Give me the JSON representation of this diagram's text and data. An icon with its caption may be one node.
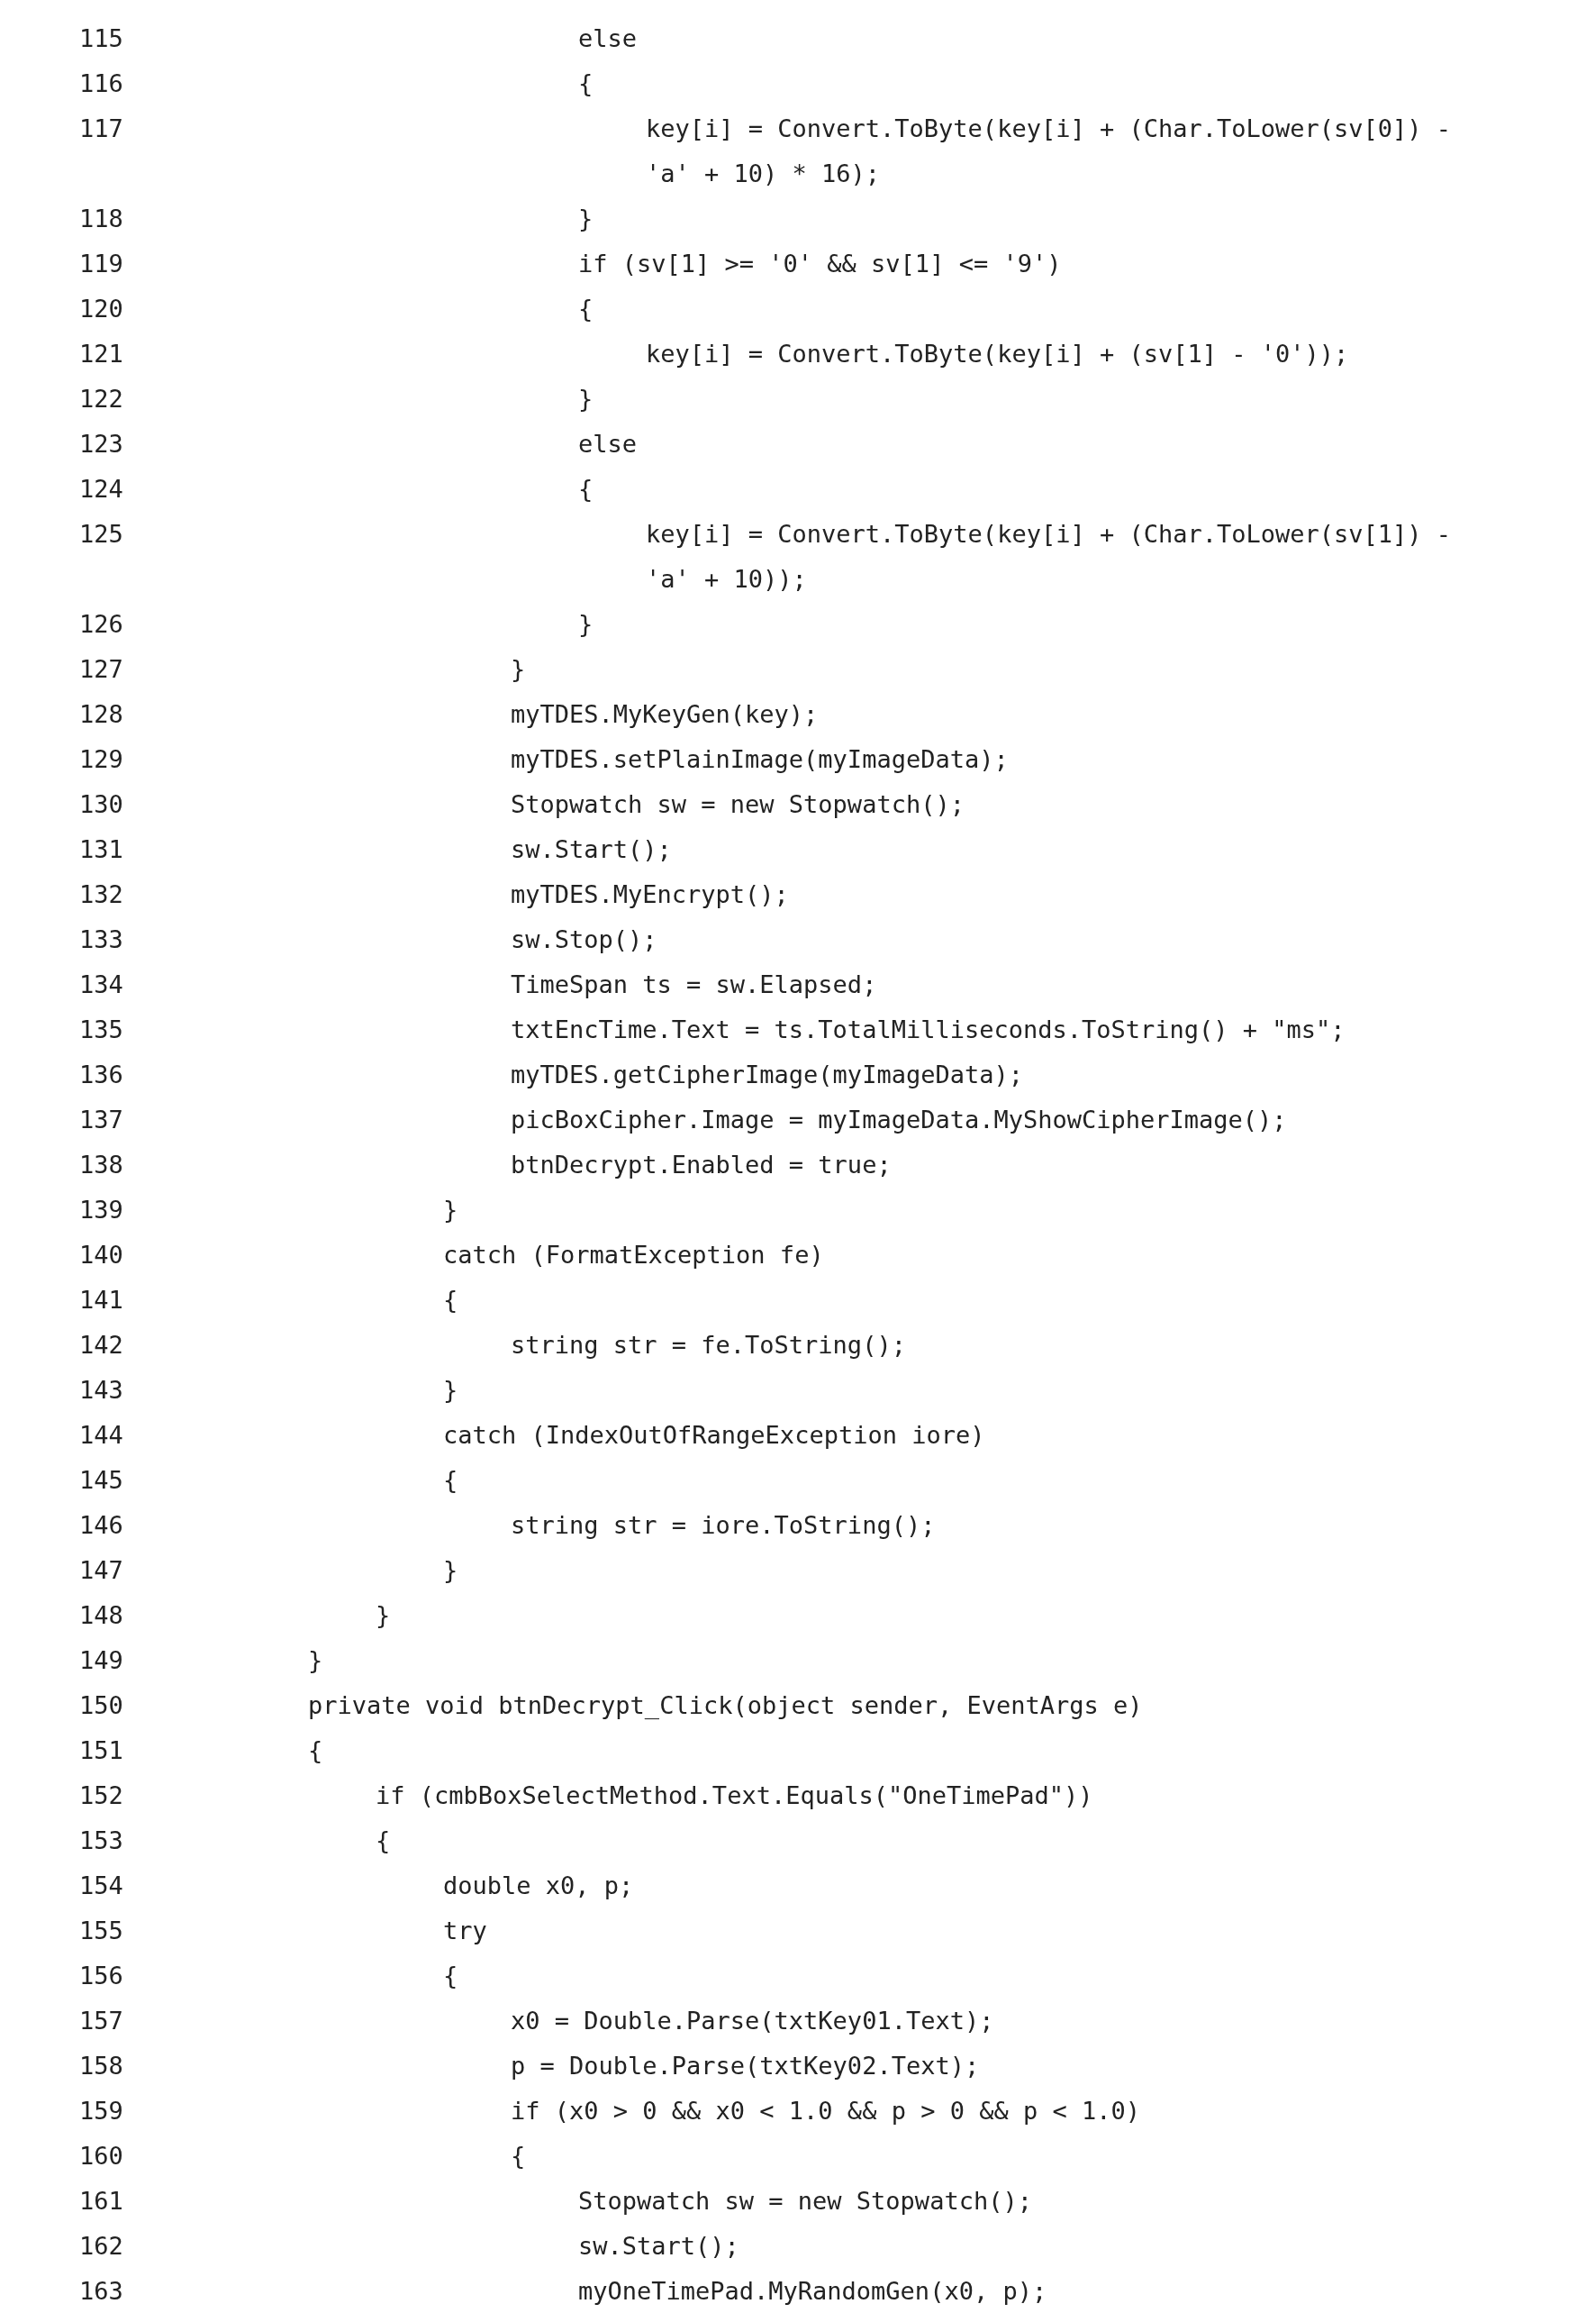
{
  "diagram": {
    "labels": [
      "115",
      "else",
      "116",
      "{",
      "117",
      "key[i] = Convert.ToByte(key[i] + (Char.ToLower(sv[0]) - 'a' + 10) * 16);",
      "118",
      "}",
      "119",
      "if (sv[1] >= '0' && sv[1] <= '9')",
      "120",
      "{",
      "121",
      "key[i] = Convert.ToByte(key[i] + (sv[1] - '0'));",
      "122",
      "}",
      "123",
      "else",
      "124",
      "{",
      "125",
      "key[i] = Convert.ToByte(key[i] + (Char.ToLower(sv[1]) - 'a' + 10));",
      "126",
      "}",
      "127",
      "}",
      "128",
      "myTDES.MyKeyGen(key);",
      "129",
      "myTDES.setPlainImage(myImageData);",
      "130",
      "Stopwatch sw = new Stopwatch();",
      "131",
      "sw.Start();",
      "132",
      "myTDES.MyEncrypt();",
      "133",
      "sw.Stop();",
      "134",
      "TimeSpan ts = sw.Elapsed;",
      "135",
      "txtEncTime.Text = ts.TotalMilliseconds.ToString() + \"ms\";",
      "136",
      "myTDES.getCipherImage(myImageData);",
      "137",
      "picBoxCipher.Image = myImageData.MyShowCipherImage();",
      "138",
      "btnDecrypt.Enabled = true;",
      "139",
      "}",
      "140",
      "catch (FormatException fe)",
      "141",
      "{",
      "142",
      "string str = fe.ToString();",
      "143",
      "}",
      "144",
      "catch (IndexOutOfRangeException iore)",
      "145",
      "{",
      "146",
      "string str = iore.ToString();",
      "147",
      "}",
      "148",
      "}",
      "149",
      "}",
      "150",
      "private void btnDecrypt_Click(object sender, EventArgs e)",
      "151",
      "{",
      "152",
      "if (cmbBoxSelectMethod.Text.Equals(\"OneTimePad\"))",
      "153",
      "{",
      "154",
      "double x0, p;",
      "155",
      "try",
      "156",
      "{",
      "157",
      "x0 = Double.Parse(txtKey01.Text);",
      "158",
      "p = Double.Parse(txtKey02.Text);",
      "159",
      "if (x0 > 0 && x0 < 1.0 && p > 0 && p < 1.0)",
      "160",
      "{",
      "161",
      "Stopwatch sw = new Stopwatch();",
      "162",
      "sw.Start();",
      "163",
      "myOneTimePad.MyRandomGen(x0, p);"
    ]
  }
}
